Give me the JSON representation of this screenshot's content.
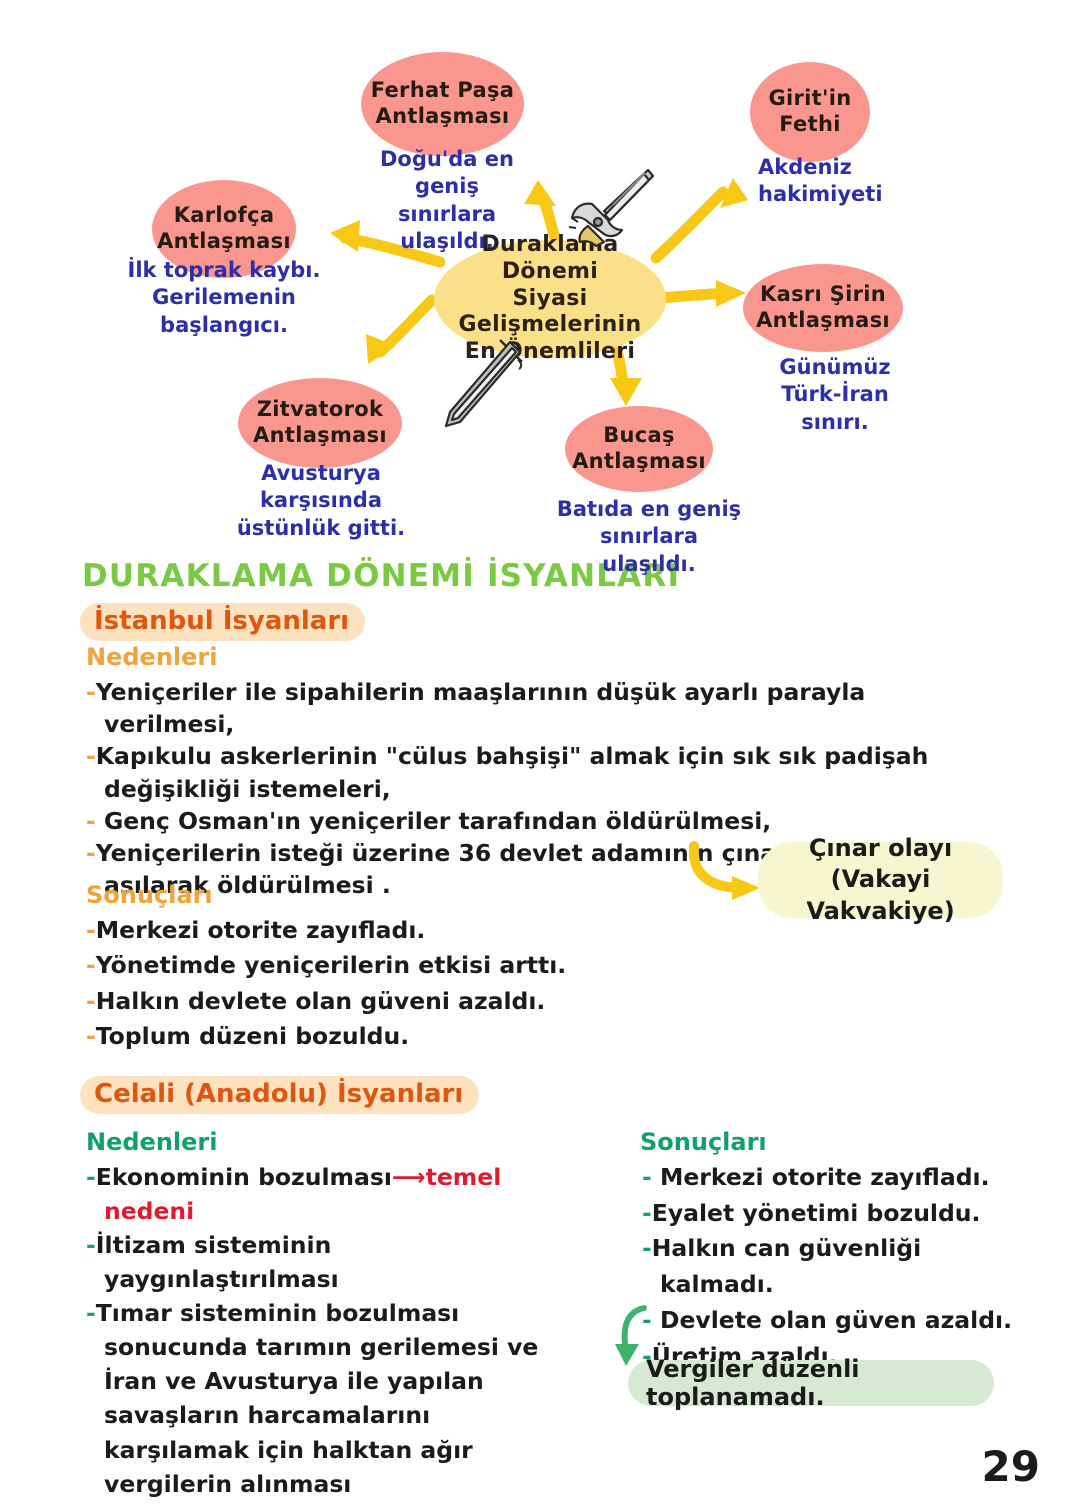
{
  "page": {
    "number": "29"
  },
  "mindmap": {
    "center": {
      "line1": "Duraklama Dönemi",
      "line2": "Siyasi Gelişmelerinin",
      "line3": "En Önemlileri"
    },
    "nodes": [
      {
        "id": "ferhat-pasa",
        "title_line1": "Ferhat Paşa",
        "title_line2": "Antlaşması",
        "note_line1": "Doğu'da en geniş",
        "note_line2": "sınırlara ulaşıldı."
      },
      {
        "id": "giritin-fethi",
        "title_line1": "Girit'in",
        "title_line2": "Fethi",
        "note_line1": "Akdeniz",
        "note_line2": "hakimiyeti"
      },
      {
        "id": "karlofca",
        "title_line1": "Karlofça",
        "title_line2": "Antlaşması",
        "note_line1": "İlk toprak kaybı.",
        "note_line2": "Gerilemenin başlangıcı."
      },
      {
        "id": "kasri-sirin",
        "title_line1": "Kasrı Şirin",
        "title_line2": "Antlaşması",
        "note_line1": "Günümüz",
        "note_line2": "Türk-İran",
        "note_line3": "sınırı."
      },
      {
        "id": "zitvatorok",
        "title_line1": "Zitvatorok",
        "title_line2": "Antlaşması",
        "note_line1": "Avusturya karşısında",
        "note_line2": "üstünlük gitti."
      },
      {
        "id": "bucas",
        "title_line1": "Bucaş",
        "title_line2": "Antlaşması",
        "note_line1": "Batıda en geniş",
        "note_line2": "sınırlara ulaşıldı."
      }
    ]
  },
  "main_heading": "DURAKLAMA DÖNEMİ İSYANLARI",
  "istanbul_section": {
    "pill_label": "İstanbul İsyanları",
    "causes_label": "Nedenleri",
    "causes": [
      "Yeniçeriler ile sipahilerin maaşlarının düşük ayarlı parayla verilmesi,",
      "Kapıkulu askerlerinin \"cülus bahşişi\" almak için sık sık padişah değişikliği istemeleri,",
      "Genç Osman'ın yeniçeriler tarafından öldürülmesi,",
      "Yeniçerilerin isteği üzerine 36 devlet adamının çınar ağaçlarına asılarak öldürülmesi ."
    ],
    "results_label": "Sonuçları",
    "results": [
      "Merkezi otorite zayıfladı.",
      "Yönetimde yeniçerilerin etkisi arttı.",
      "Halkın devlete olan güveni azaldı.",
      "Toplum düzeni bozuldu."
    ],
    "callout": {
      "line1": "Çınar olayı",
      "line2": "(Vakayi Vakvakiye)"
    }
  },
  "celali_section": {
    "pill_label": "Celali (Anadolu) İsyanları",
    "causes_label": "Nedenleri",
    "causes": [
      "Ekonominin bozulması",
      "İltizam sisteminin yaygınlaştırılması",
      "Tımar sisteminin bozulması sonucunda tarımın gerilemesi ve İran ve Avusturya ile yapılan savaşların harcamalarını karşılamak için halktan ağır vergilerin alınması"
    ],
    "cause_annotation": "temel nedeni",
    "results_label": "Sonuçları",
    "results": [
      "Merkezi otorite zayıfladı.",
      "Eyalet yönetimi bozuldu.",
      "Halkın can güvenliği kalmadı.",
      "Devlete olan güven azaldı.",
      "Üretim azaldı."
    ],
    "callout": "Vergiler düzenli toplanamadı."
  },
  "colors": {
    "node_pink": "#f9978f",
    "node_yellow": "#fbe08a",
    "note_blue": "#2c2fa8",
    "arrow_yellow": "#f7c816",
    "heading_green": "#7ac943",
    "pill_bg": "#fde2c0",
    "pill_text": "#e0560f",
    "label_orange": "#efa33c",
    "label_green": "#12a06a",
    "accent_red": "#e01b30",
    "callout_yellow": "#f7f6cf",
    "callout_green": "#d6ead2"
  }
}
